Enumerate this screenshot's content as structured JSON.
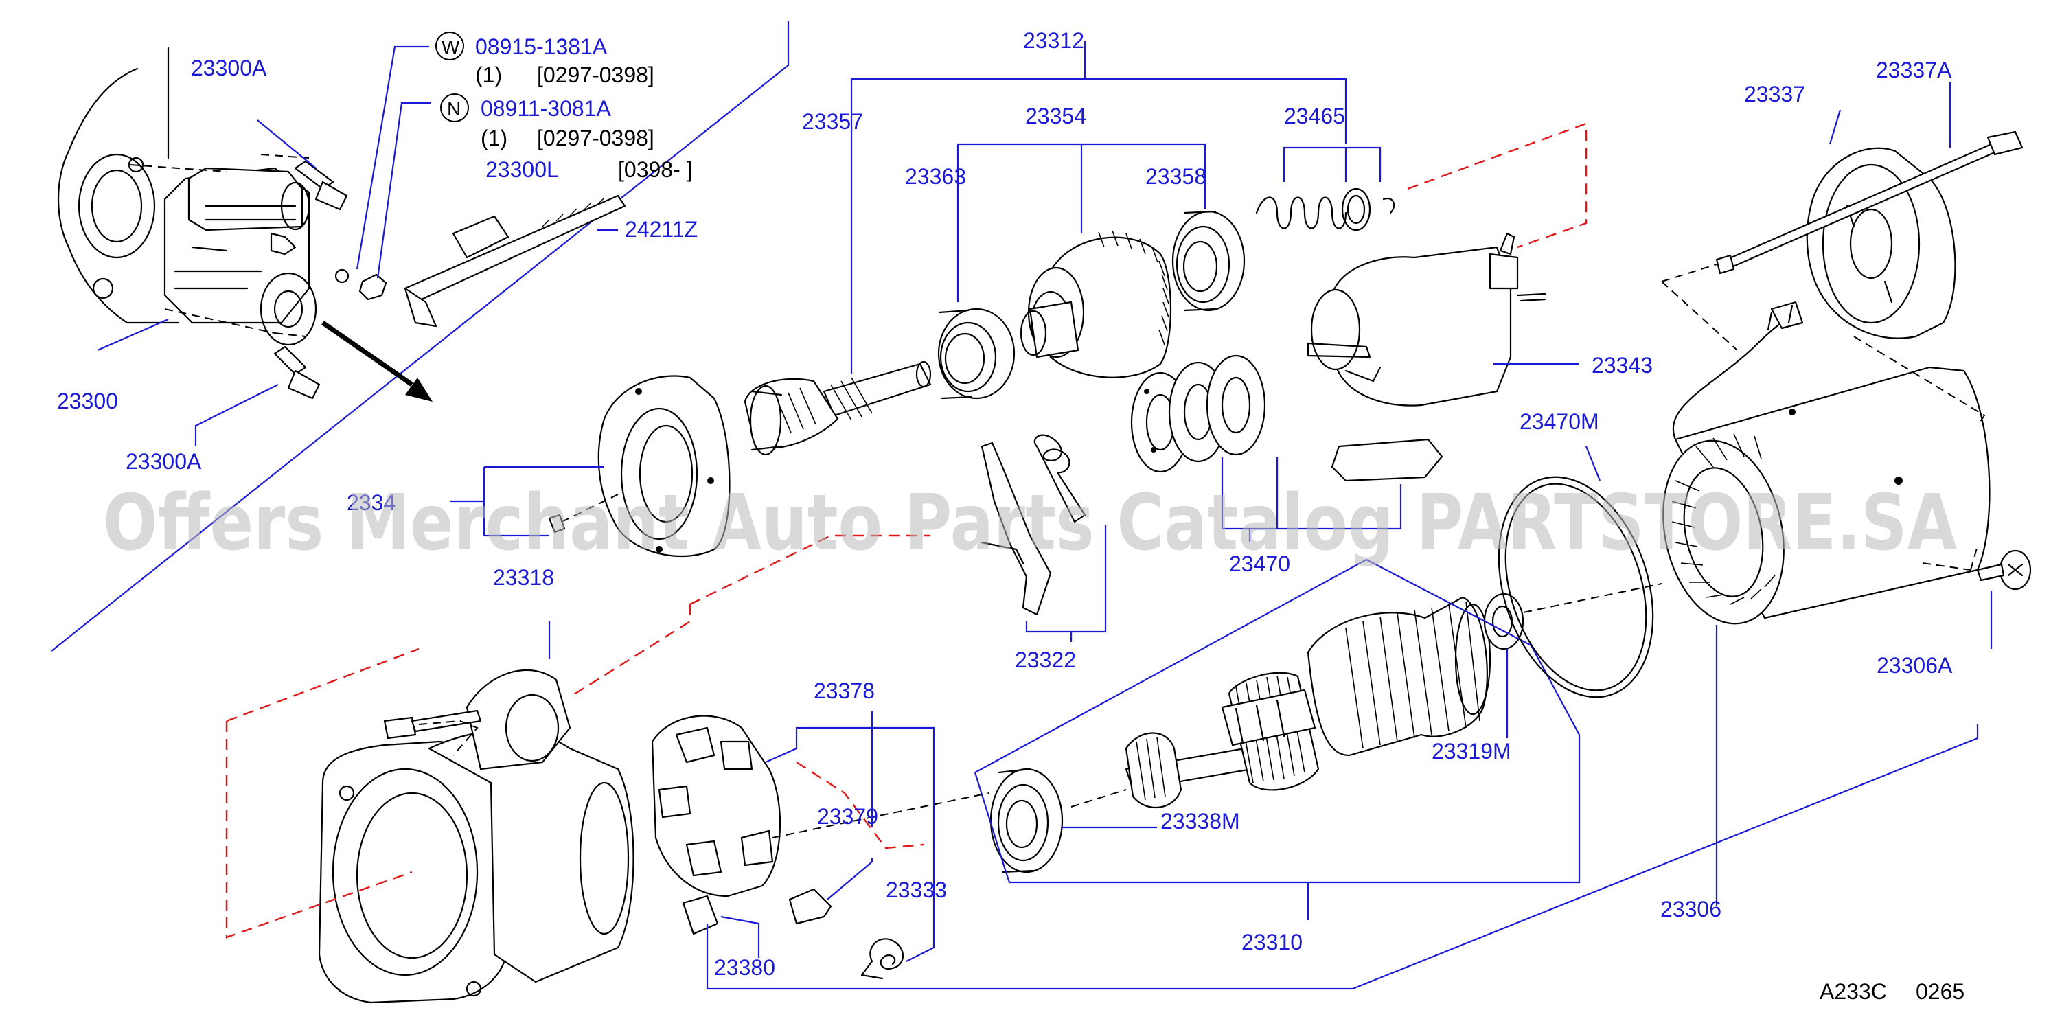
{
  "diagram": {
    "watermark": "Offers Merchant Auto Parts Catalog PARTSTORE.SA",
    "drawing_code": "A233C",
    "drawing_number": "0265",
    "colors": {
      "callout": "#1a1ad6",
      "dashed_guide": "#e01818",
      "outline": "#000000",
      "watermark": "#b9b9b9"
    },
    "legend": {
      "w_symbol": "W",
      "w_part": "08915-1381A",
      "w_qty": "(1)",
      "w_range": "[0297-0398]",
      "n_symbol": "N",
      "n_part": "08911-3081A",
      "n_qty": "(1)",
      "n_range": "[0297-0398]",
      "l_part": "23300L",
      "l_range": "[0398-   ]"
    },
    "callouts": {
      "p23300A_top": "23300A",
      "p23300": "23300",
      "p23300A_bottom": "23300A",
      "p24211Z": "24211Z",
      "p23312": "23312",
      "p23357": "23357",
      "p23354": "23354",
      "p23465": "23465",
      "p23363": "23363",
      "p23358": "23358",
      "p23337": "23337",
      "p23337A": "23337A",
      "p23343": "23343",
      "p23470M": "23470M",
      "p2334": "2334",
      "p23470": "23470",
      "p23318": "23318",
      "p23322": "23322",
      "p23306A": "23306A",
      "p23378": "23378",
      "p23319M": "23319M",
      "p23379": "23379",
      "p23338M": "23338M",
      "p23333": "23333",
      "p23306": "23306",
      "p23310": "23310",
      "p23380": "23380"
    }
  }
}
